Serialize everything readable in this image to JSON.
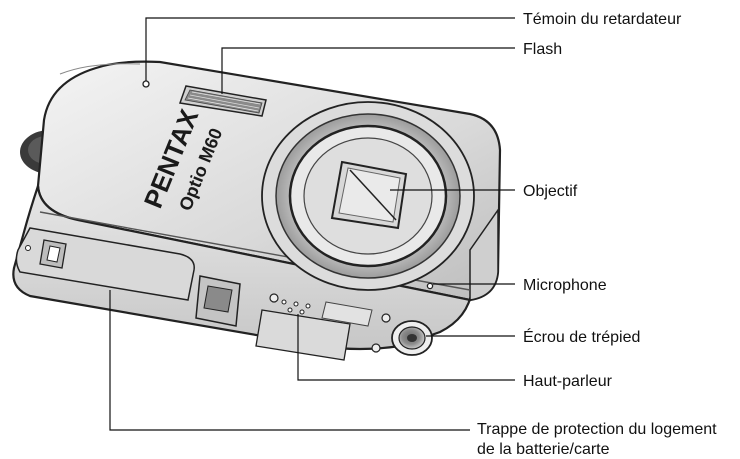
{
  "camera": {
    "brand": "PENTAX",
    "model": "Optio M60"
  },
  "labels": {
    "self_timer_lamp": "Témoin du retardateur",
    "flash": "Flash",
    "lens": "Objectif",
    "microphone": "Microphone",
    "tripod_socket": "Écrou de trépied",
    "speaker": "Haut-parleur",
    "battery_cover_line1": "Trappe de protection du logement",
    "battery_cover_line2": "de la batterie/carte"
  }
}
